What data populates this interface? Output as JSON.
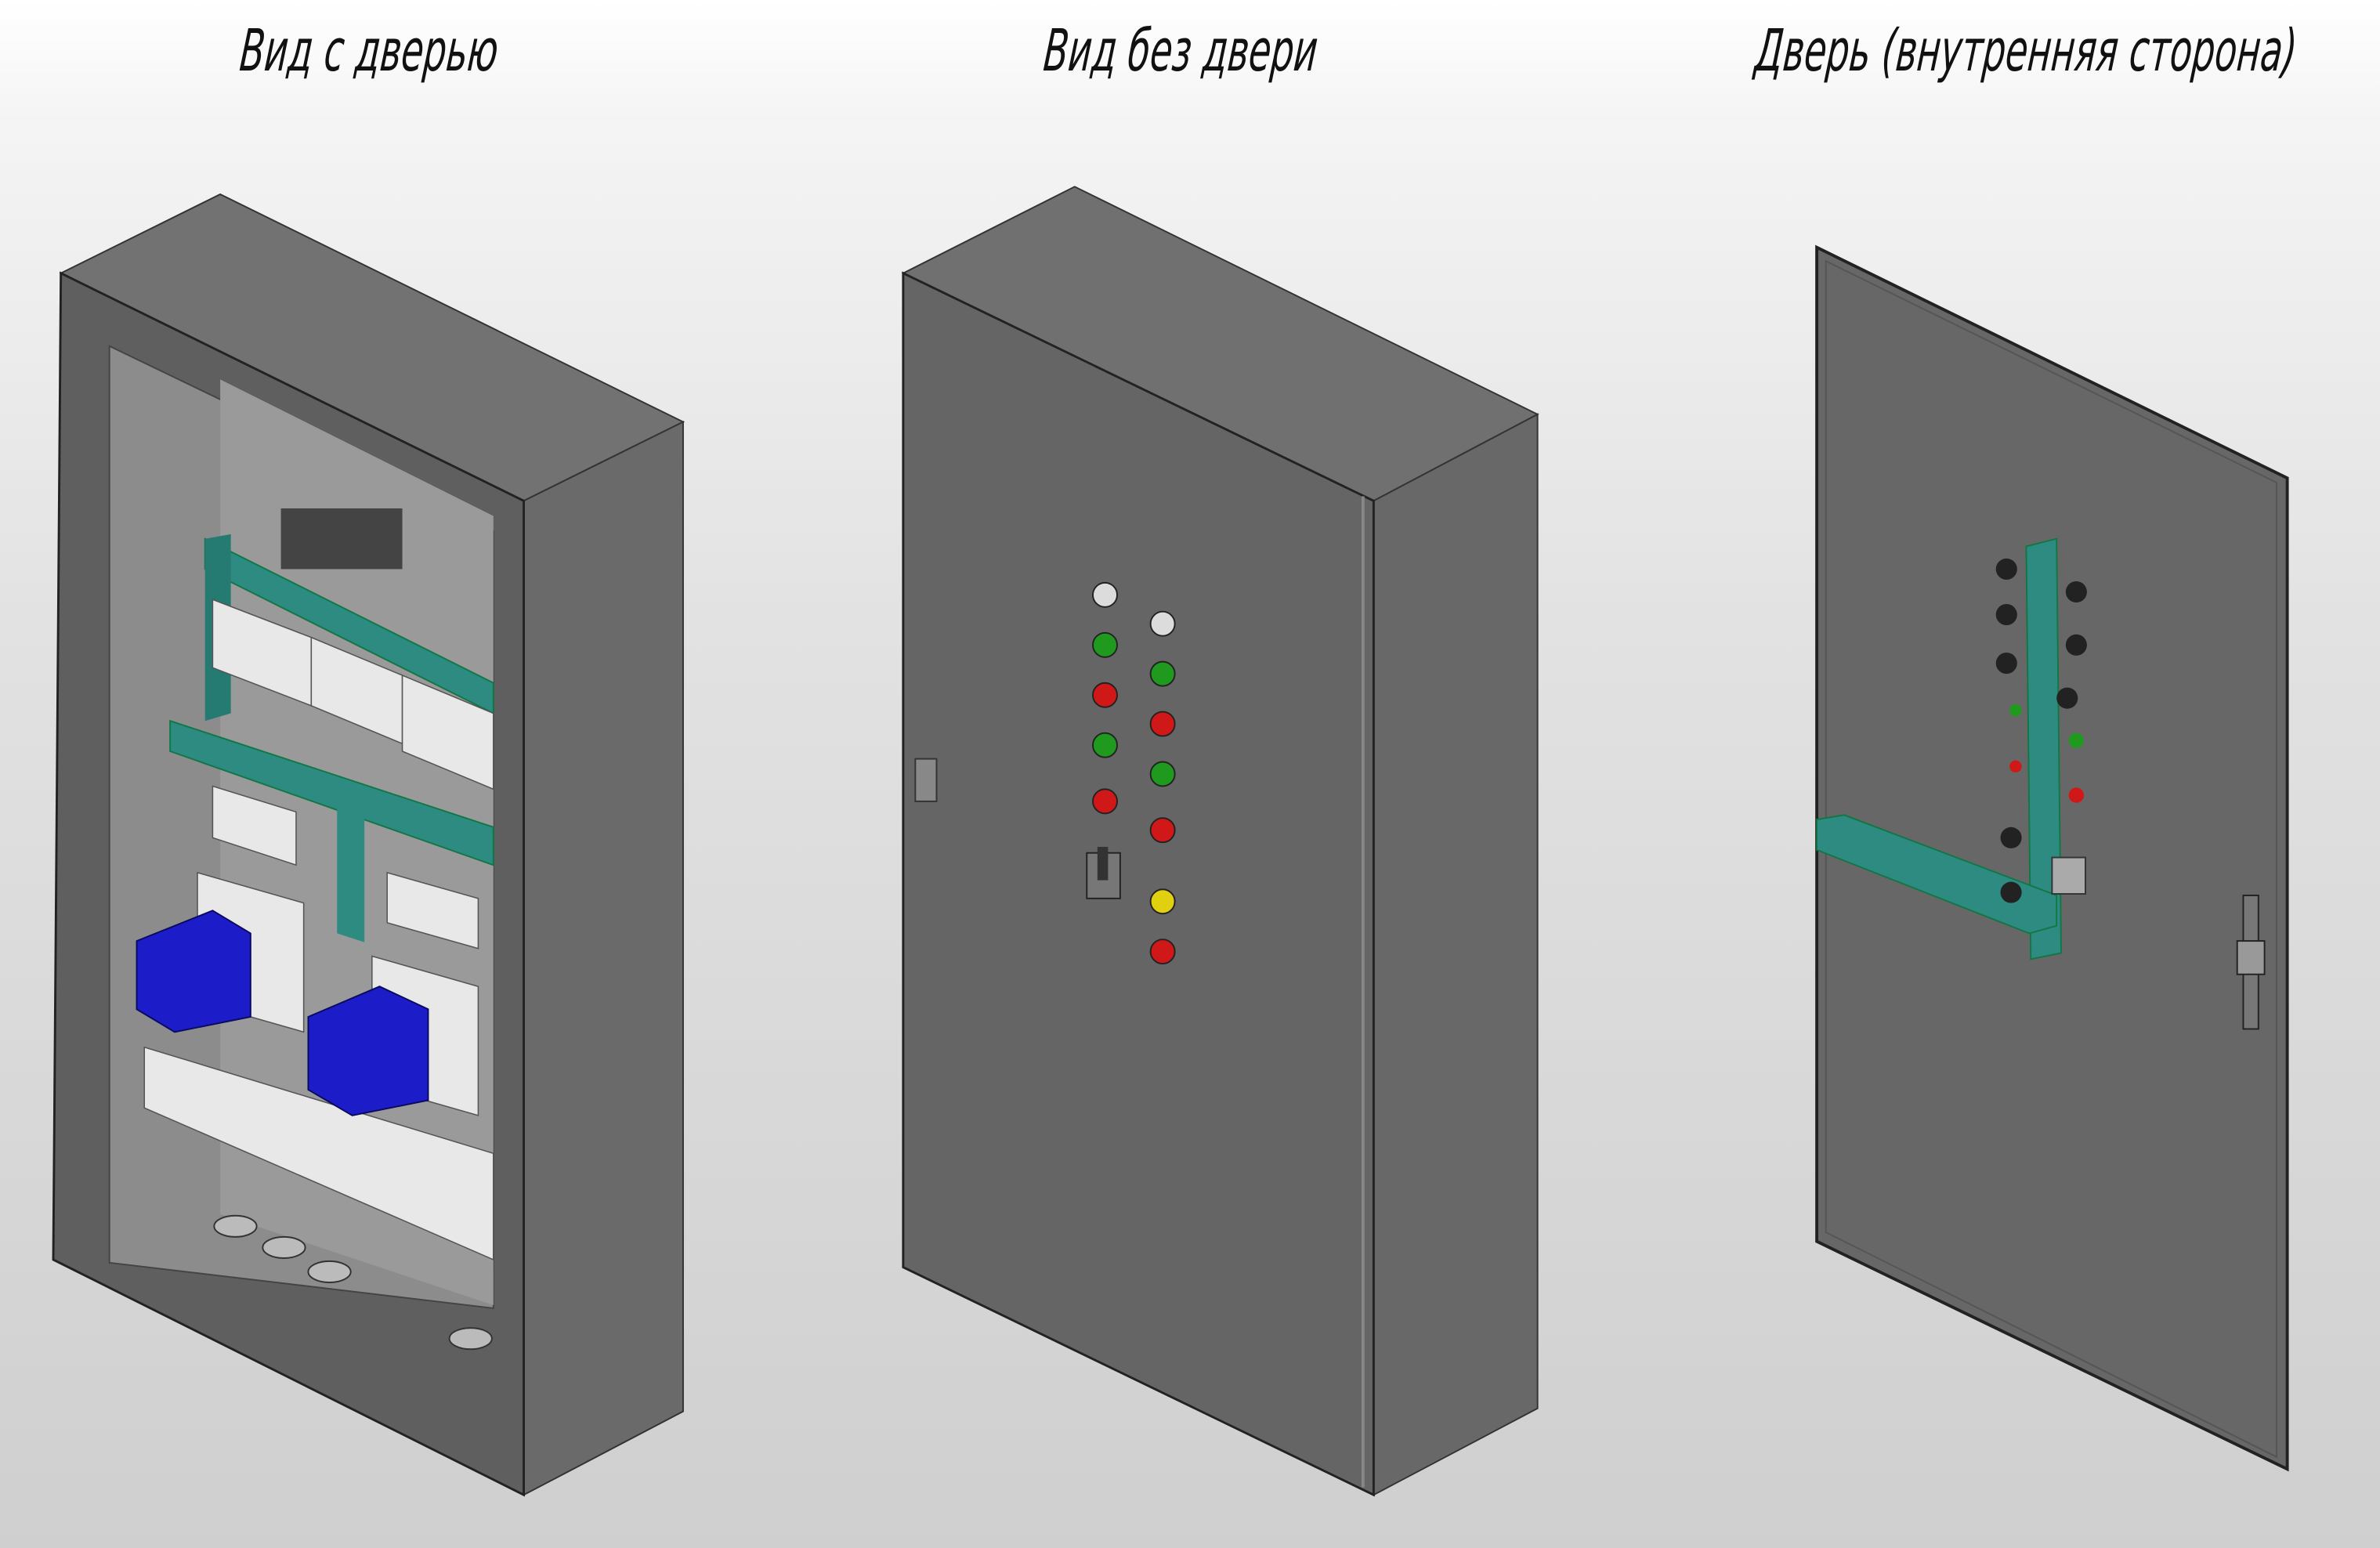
{
  "titles": {
    "left": "Вид с дверью",
    "middle": "Вид без двери",
    "right": "Дверь (внутренняя сторона)"
  },
  "colors": {
    "enclosure": "#666666",
    "mounting_rail": "#2e8b82",
    "contactor_cover": "#1c1cc8",
    "indicator_green": "#1f9a1f",
    "indicator_red": "#d01818",
    "indicator_yellow": "#e0d010",
    "indicator_white": "#dcdcdc"
  },
  "front_panel": {
    "left_column": [
      "white",
      "green",
      "red",
      "green",
      "red"
    ],
    "right_column": [
      "white",
      "green",
      "red",
      "green",
      "red",
      "yellow",
      "red"
    ]
  }
}
